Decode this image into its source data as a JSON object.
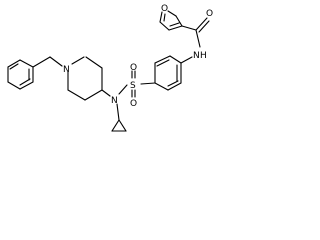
{
  "structure": {
    "atoms": {
      "furan_o": "O",
      "carbonyl_o": "O",
      "amide_n": "N",
      "amide_h": "H",
      "sulfonyl_s": "S",
      "sulfonyl_o_top": "O",
      "sulfonyl_o_bottom": "O",
      "sulfonamide_n": "N",
      "piperidine_n": "N"
    }
  },
  "colors": {
    "bond": "#000000",
    "background": "#ffffff"
  }
}
